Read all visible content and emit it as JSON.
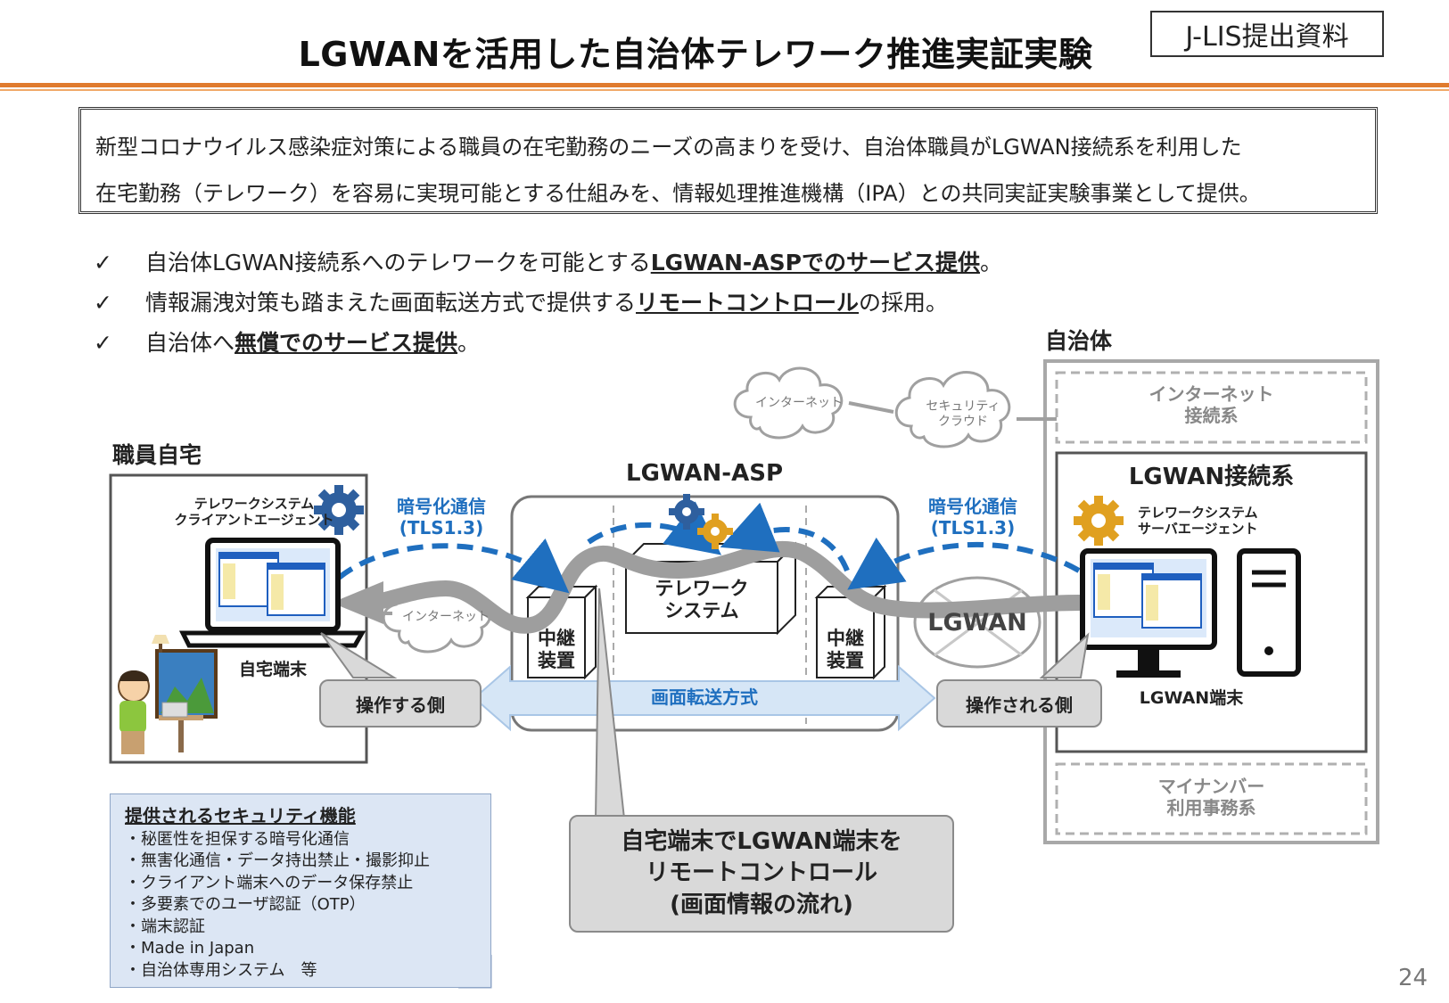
{
  "header": {
    "title": "LGWANを活用した自治体テレワーク推進実証実験",
    "tag": "J-LIS提出資料"
  },
  "summary": {
    "line1": "新型コロナウイルス感染症対策による職員の在宅勤務のニーズの高まりを受け、自治体職員がLGWAN接続系を利用した",
    "line2": "在宅勤務（テレワーク）を容易に実現可能とする仕組みを、情報処理推進機構（IPA）との共同実証実験事業として提供。"
  },
  "bullets": [
    {
      "mark": "✓",
      "pre": "自治体LGWAN接続系へのテレワークを可能とする",
      "bold": "LGWAN-ASPでのサービス提供",
      "post": "。"
    },
    {
      "mark": "✓",
      "pre": "情報漏洩対策も踏まえた画面転送方式で提供する",
      "bold": "リモートコントロール",
      "post": "の採用。"
    },
    {
      "mark": "✓",
      "pre": "自治体へ",
      "bold": "無償でのサービス提供",
      "post": "。"
    }
  ],
  "diagram": {
    "home": {
      "title": "職員自宅",
      "agent": "テレワークシステム\nクライアントエージェント",
      "terminal": "自宅端末",
      "callout": "操作する側"
    },
    "asp": {
      "title": "LGWAN-ASP",
      "system": "テレワーク\nシステム",
      "relay_left": "中継\n装置",
      "relay_right": "中継\n装置",
      "transfer": "画面転送方式"
    },
    "municipality": {
      "title": "自治体",
      "internet_zone": "インターネット\n接続系",
      "lgwan_zone": "LGWAN接続系",
      "agent": "テレワークシステム\nサーバエージェント",
      "terminal": "LGWAN端末",
      "callout": "操作される側",
      "mynumber_zone": "マイナンバー\n利用事務系"
    },
    "network": {
      "enc_left": "暗号化通信\n(TLS1.3)",
      "enc_right": "暗号化通信\n(TLS1.3)",
      "internet_cloud_top": "インターネット",
      "security_cloud": "セキュリティ\nクラウド",
      "internet_cloud_mid": "インターネット",
      "lgwan": "LGWAN"
    },
    "remote_callout": "自宅端末でLGWAN端末を\nリモートコントロール\n(画面情報の流れ)"
  },
  "security": {
    "heading": "提供されるセキュリティ機能",
    "items": [
      "・秘匿性を担保する暗号化通信",
      "・無害化通信・データ持出禁止・撮影抑止",
      "・クライアント端末へのデータ保存禁止",
      "・多要素でのユーザ認証（OTP）",
      "・端末認証",
      "・Made in Japan",
      "・自治体専用システム　等"
    ]
  },
  "page_number": "24",
  "colors": {
    "accent_orange": "#e07b2e",
    "blue": "#1f6fbf",
    "gray": "#9e9e9e",
    "gear_orange": "#e0a020"
  }
}
